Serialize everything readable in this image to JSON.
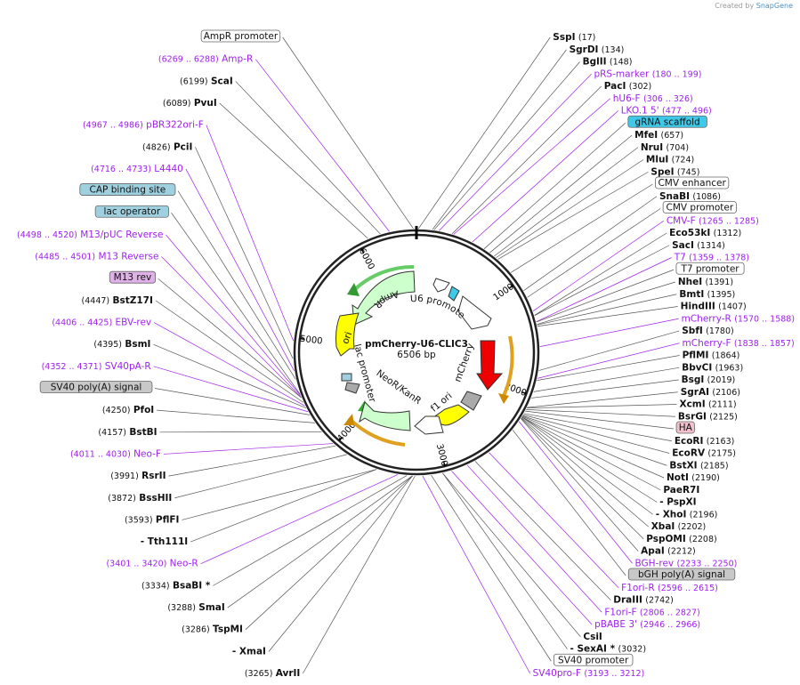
{
  "credit": {
    "prefix": "Created by",
    "brand": "SnapGene"
  },
  "plasmid": {
    "name": "pmCherry-U6-CLIC3",
    "length": "6506 bp",
    "bp": 6506
  },
  "ticks": [
    "1000",
    "2000",
    "3000",
    "4000",
    "5000",
    "6000"
  ],
  "features": [
    {
      "label": "AmpR",
      "fill": "#ccffcc",
      "stroke": "#333"
    },
    {
      "label": "U6 promoter",
      "fill": "#ffffff",
      "stroke": "#333"
    },
    {
      "label": "mCherry",
      "fill": "#ee0000",
      "stroke": "#333"
    },
    {
      "label": "ori",
      "fill": "#ffff00",
      "stroke": "#333"
    },
    {
      "label": "f1 ori",
      "fill": "#ffff00",
      "stroke": "#333"
    },
    {
      "label": "lac promoter",
      "fill": "#ffffff",
      "stroke": "#333"
    },
    {
      "label": "NeoR/KanR",
      "fill": "#ccffcc",
      "stroke": "#333"
    }
  ],
  "labels": [
    {
      "name": "SgrDI",
      "coord": "(134)",
      "kind": "enzyme",
      "pos": 134
    },
    {
      "name": "BglII",
      "coord": "(148)",
      "kind": "enzyme",
      "pos": 148
    },
    {
      "name": "AmpR promoter",
      "coord": "",
      "kind": "box",
      "fill": "#ffffff",
      "pos": 6480
    },
    {
      "name": "pRS-marker",
      "coord": "(180 .. 199)",
      "kind": "primer",
      "pos": 190
    },
    {
      "name": "SspI",
      "coord": "(17)",
      "kind": "enzyme",
      "pos": 17
    },
    {
      "name": "PacI",
      "coord": "(302)",
      "kind": "enzyme",
      "pos": 302
    },
    {
      "name": "Amp-R",
      "coord": "(6269 .. 6288)",
      "kind": "primer",
      "pos": 6278
    },
    {
      "name": "hU6-F",
      "coord": "(306 .. 326)",
      "kind": "primer",
      "pos": 316
    },
    {
      "name": "ScaI",
      "coord": "(6199)",
      "kind": "enzyme",
      "pos": 6199
    },
    {
      "name": "LKO.1 5'",
      "coord": "(477 .. 496)",
      "kind": "primer",
      "pos": 486
    },
    {
      "name": "PvuI",
      "coord": "(6089)",
      "kind": "enzyme",
      "pos": 6089
    },
    {
      "name": "gRNA scaffold",
      "coord": "",
      "kind": "box",
      "fill": "#40c8e8",
      "pos": 600
    },
    {
      "name": "MfeI",
      "coord": "(657)",
      "kind": "enzyme",
      "pos": 657
    },
    {
      "name": "NruI",
      "coord": "(704)",
      "kind": "enzyme",
      "pos": 704
    },
    {
      "name": "MluI",
      "coord": "(724)",
      "kind": "enzyme",
      "pos": 724
    },
    {
      "name": "SpeI",
      "coord": "(745)",
      "kind": "enzyme",
      "pos": 745
    },
    {
      "name": "CMV enhancer",
      "coord": "",
      "kind": "box",
      "fill": "#ffffff",
      "pos": 900
    },
    {
      "name": "SnaBI",
      "coord": "(1086)",
      "kind": "enzyme",
      "pos": 1086
    },
    {
      "name": "CMV promoter",
      "coord": "",
      "kind": "box",
      "fill": "#ffffff",
      "pos": 1150
    },
    {
      "name": "CMV-F",
      "coord": "(1265 .. 1285)",
      "kind": "primer",
      "pos": 1275
    },
    {
      "name": "Eco53kI",
      "coord": "(1312)",
      "kind": "enzyme",
      "pos": 1312
    },
    {
      "name": "SacI",
      "coord": "(1314)",
      "kind": "enzyme",
      "pos": 1314
    },
    {
      "name": "T7",
      "coord": "(1359 .. 1378)",
      "kind": "primer",
      "pos": 1368
    },
    {
      "name": "T7 promoter",
      "coord": "",
      "kind": "box",
      "fill": "#ffffff",
      "pos": 1370
    },
    {
      "name": "pBR322ori-F",
      "coord": "(4967 .. 4986)",
      "kind": "primer",
      "pos": 4976
    },
    {
      "name": "NheI",
      "coord": "(1391)",
      "kind": "enzyme",
      "pos": 1391
    },
    {
      "name": "PciI",
      "coord": "(4826)",
      "kind": "enzyme",
      "pos": 4826
    },
    {
      "name": "BmtI",
      "coord": "(1395)",
      "kind": "enzyme",
      "pos": 1395
    },
    {
      "name": "L4440",
      "coord": "(4716 .. 4733)",
      "kind": "primer",
      "pos": 4724
    },
    {
      "name": "HindIII",
      "coord": "(1407)",
      "kind": "enzyme",
      "pos": 1407
    },
    {
      "name": "CAP binding site",
      "coord": "",
      "kind": "box",
      "fill": "#9fd0e0",
      "pos": 4650
    },
    {
      "name": "mCherry-R",
      "coord": "(1570 .. 1588)",
      "kind": "primer",
      "pos": 1579
    },
    {
      "name": "M13/pUC Reverse",
      "coord": "(4498 .. 4520)",
      "kind": "primer",
      "pos": 4509
    },
    {
      "name": "SbfI",
      "coord": "(1780)",
      "kind": "enzyme",
      "pos": 1780
    },
    {
      "name": "lac operator",
      "coord": "",
      "kind": "box",
      "fill": "#9fd0e0",
      "pos": 4520
    },
    {
      "name": "M13 Reverse",
      "coord": "(4485 .. 4501)",
      "kind": "primer",
      "pos": 4493
    },
    {
      "name": "mCherry-F",
      "coord": "(1838 .. 1857)",
      "kind": "primer",
      "pos": 1847
    },
    {
      "name": "M13 rev",
      "coord": "",
      "kind": "box",
      "fill": "#e0b0e8",
      "pos": 4490
    },
    {
      "name": "PflMI",
      "coord": "(1864)",
      "kind": "enzyme",
      "pos": 1864
    },
    {
      "name": "BstZ17I",
      "coord": "(4447)",
      "kind": "enzyme",
      "pos": 4447
    },
    {
      "name": "BbvCI",
      "coord": "(1963)",
      "kind": "enzyme",
      "pos": 1963
    },
    {
      "name": "EBV-rev",
      "coord": "(4406 .. 4425)",
      "kind": "primer",
      "pos": 4415
    },
    {
      "name": "BsgI",
      "coord": "(2019)",
      "kind": "enzyme",
      "pos": 2019
    },
    {
      "name": "SgrAI",
      "coord": "(2106)",
      "kind": "enzyme",
      "pos": 2106
    },
    {
      "name": "BsmI",
      "coord": "(4395)",
      "kind": "enzyme",
      "pos": 4395
    },
    {
      "name": "XcmI",
      "coord": "(2111)",
      "kind": "enzyme",
      "pos": 2111
    },
    {
      "name": "BsrGI",
      "coord": "(2125)",
      "kind": "enzyme",
      "pos": 2125
    },
    {
      "name": "SV40 poly(A) signal",
      "coord": "",
      "kind": "box",
      "fill": "#c8c8c8",
      "pos": 4330
    },
    {
      "name": "HA",
      "coord": "",
      "kind": "box",
      "fill": "#f0c0cc",
      "pos": 2140
    },
    {
      "name": "SV40pA-R",
      "coord": "(4352 .. 4371)",
      "kind": "primer",
      "pos": 4361
    },
    {
      "name": "EcoRI",
      "coord": "(2163)",
      "kind": "enzyme",
      "pos": 2163
    },
    {
      "name": "PfoI",
      "coord": "(4250)",
      "kind": "enzyme",
      "pos": 4250
    },
    {
      "name": "EcoRV",
      "coord": "(2175)",
      "kind": "enzyme",
      "pos": 2175
    },
    {
      "name": "BstBI",
      "coord": "(4157)",
      "kind": "enzyme",
      "pos": 4157
    },
    {
      "name": "BstXI",
      "coord": "(2185)",
      "kind": "enzyme",
      "pos": 2185
    },
    {
      "name": "NotI",
      "coord": "(2190)",
      "kind": "enzyme",
      "pos": 2190
    },
    {
      "name": "Neo-F",
      "coord": "(4011 .. 4030)",
      "kind": "primer",
      "pos": 4020
    },
    {
      "name": "PaeR7I",
      "coord": "",
      "kind": "enzyme",
      "pos": 2196
    },
    {
      "name": "- PspXI",
      "coord": "",
      "kind": "enzyme",
      "pos": 2196
    },
    {
      "name": "- XhoI",
      "coord": "(2196)",
      "kind": "enzyme",
      "pos": 2196
    },
    {
      "name": "RsrII",
      "coord": "(3991)",
      "kind": "enzyme",
      "pos": 3991
    },
    {
      "name": "XbaI",
      "coord": "(2202)",
      "kind": "enzyme",
      "pos": 2202
    },
    {
      "name": "PspOMI",
      "coord": "(2208)",
      "kind": "enzyme",
      "pos": 2208
    },
    {
      "name": "BssHII",
      "coord": "(3872)",
      "kind": "enzyme",
      "pos": 3872
    },
    {
      "name": "ApaI",
      "coord": "(2212)",
      "kind": "enzyme",
      "pos": 2212
    },
    {
      "name": "PflFI",
      "coord": "(3593)",
      "kind": "enzyme",
      "pos": 3593
    },
    {
      "name": "- Tth111I",
      "coord": "",
      "kind": "enzyme",
      "pos": 3593
    },
    {
      "name": "BGH-rev",
      "coord": "(2233 .. 2250)",
      "kind": "primer",
      "pos": 2241
    },
    {
      "name": "bGH poly(A) signal",
      "coord": "",
      "kind": "box",
      "fill": "#c8c8c8",
      "pos": 2330
    },
    {
      "name": "Neo-R",
      "coord": "(3401 .. 3420)",
      "kind": "primer",
      "pos": 3410
    },
    {
      "name": "F1ori-R",
      "coord": "(2596 .. 2615)",
      "kind": "primer",
      "pos": 2605
    },
    {
      "name": "BsaBI *",
      "coord": "(3334)",
      "kind": "enzyme",
      "pos": 3334
    },
    {
      "name": "SmaI",
      "coord": "(3288)",
      "kind": "enzyme",
      "pos": 3288
    },
    {
      "name": "DraIII",
      "coord": "(2742)",
      "kind": "enzyme",
      "pos": 2742
    },
    {
      "name": "TspMI",
      "coord": "(3286)",
      "kind": "enzyme",
      "pos": 3286
    },
    {
      "name": "- XmaI",
      "coord": "",
      "kind": "enzyme",
      "pos": 3286
    },
    {
      "name": "AvrII",
      "coord": "(3265)",
      "kind": "enzyme",
      "pos": 3265
    },
    {
      "name": "F1ori-F",
      "coord": "(2806 .. 2827)",
      "kind": "primer",
      "pos": 2816
    },
    {
      "name": "pBABE 3'",
      "coord": "(2946 .. 2966)",
      "kind": "primer",
      "pos": 2956
    },
    {
      "name": "SV40pro-F",
      "coord": "(3193 .. 3212)",
      "kind": "primer",
      "pos": 3202
    },
    {
      "name": "SV40 promoter",
      "coord": "",
      "kind": "box",
      "fill": "#ffffff",
      "pos": 3130
    },
    {
      "name": "CsiI",
      "coord": "",
      "kind": "enzyme",
      "pos": 3032
    },
    {
      "name": "- SexAI *",
      "coord": "(3032)",
      "kind": "enzyme",
      "pos": 3032
    }
  ]
}
